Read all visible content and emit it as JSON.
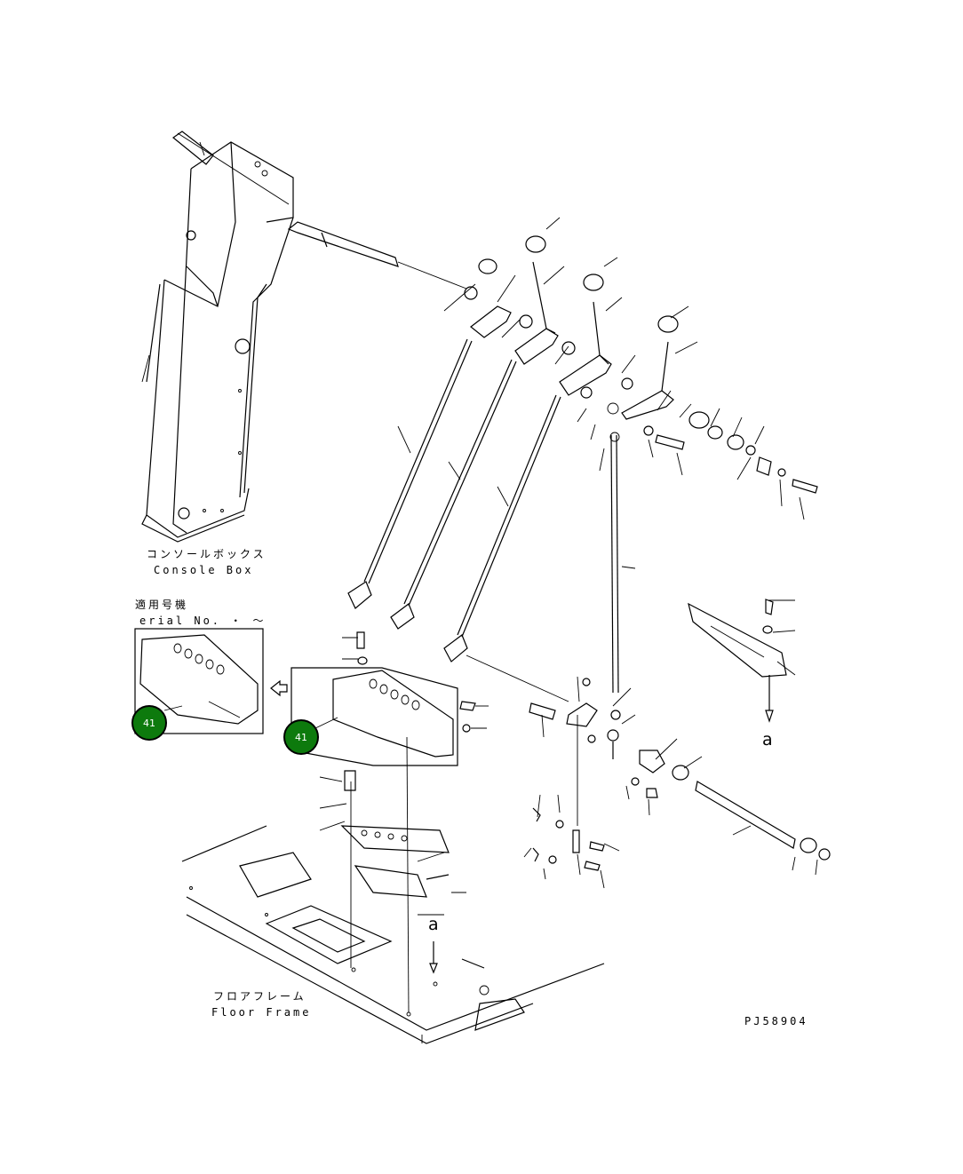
{
  "labels": {
    "console_box_jp": "コンソールボックス",
    "console_box_en": "Console Box",
    "applicable_jp": "適用号機",
    "serial_no": "erial No.  ・  ～",
    "floor_frame_jp": "フロアフレーム",
    "floor_frame_en": "Floor Frame",
    "drawing_code": "PJ58904",
    "ref_a_top": "a",
    "ref_a_bottom": "a"
  },
  "callouts": [
    {
      "id": "41",
      "label": "41",
      "color": "#0d7a0d"
    },
    {
      "id": "41",
      "label": "41",
      "color": "#0d7a0d"
    }
  ],
  "icons": {
    "arrow": "arrow-left-icon",
    "down": "arrow-down-icon"
  }
}
